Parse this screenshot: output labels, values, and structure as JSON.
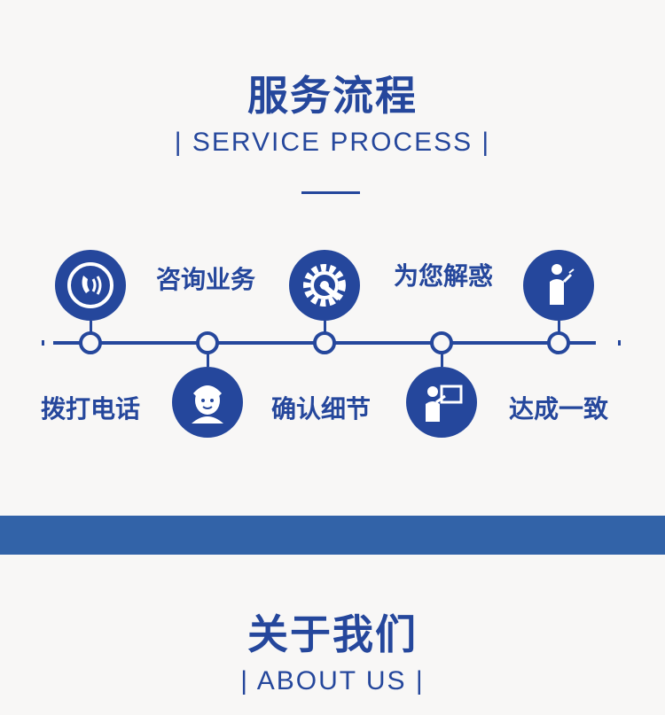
{
  "service": {
    "title": "服务流程",
    "subtitle": "| SERVICE PROCESS |"
  },
  "steps": {
    "call": "拨打电话",
    "consult": "咨询业务",
    "confirm": "确认细节",
    "answer": "为您解惑",
    "agree": "达成一致"
  },
  "about": {
    "title": "关于我们",
    "subtitle": "| ABOUT US |"
  },
  "colors": {
    "brand": "#25479c",
    "band": "#3263a8",
    "background": "#f8f7f6"
  },
  "icons": [
    "phone-icon",
    "customer-service-icon",
    "gear-wrench-icon",
    "presenter-icon",
    "businessman-icon"
  ]
}
